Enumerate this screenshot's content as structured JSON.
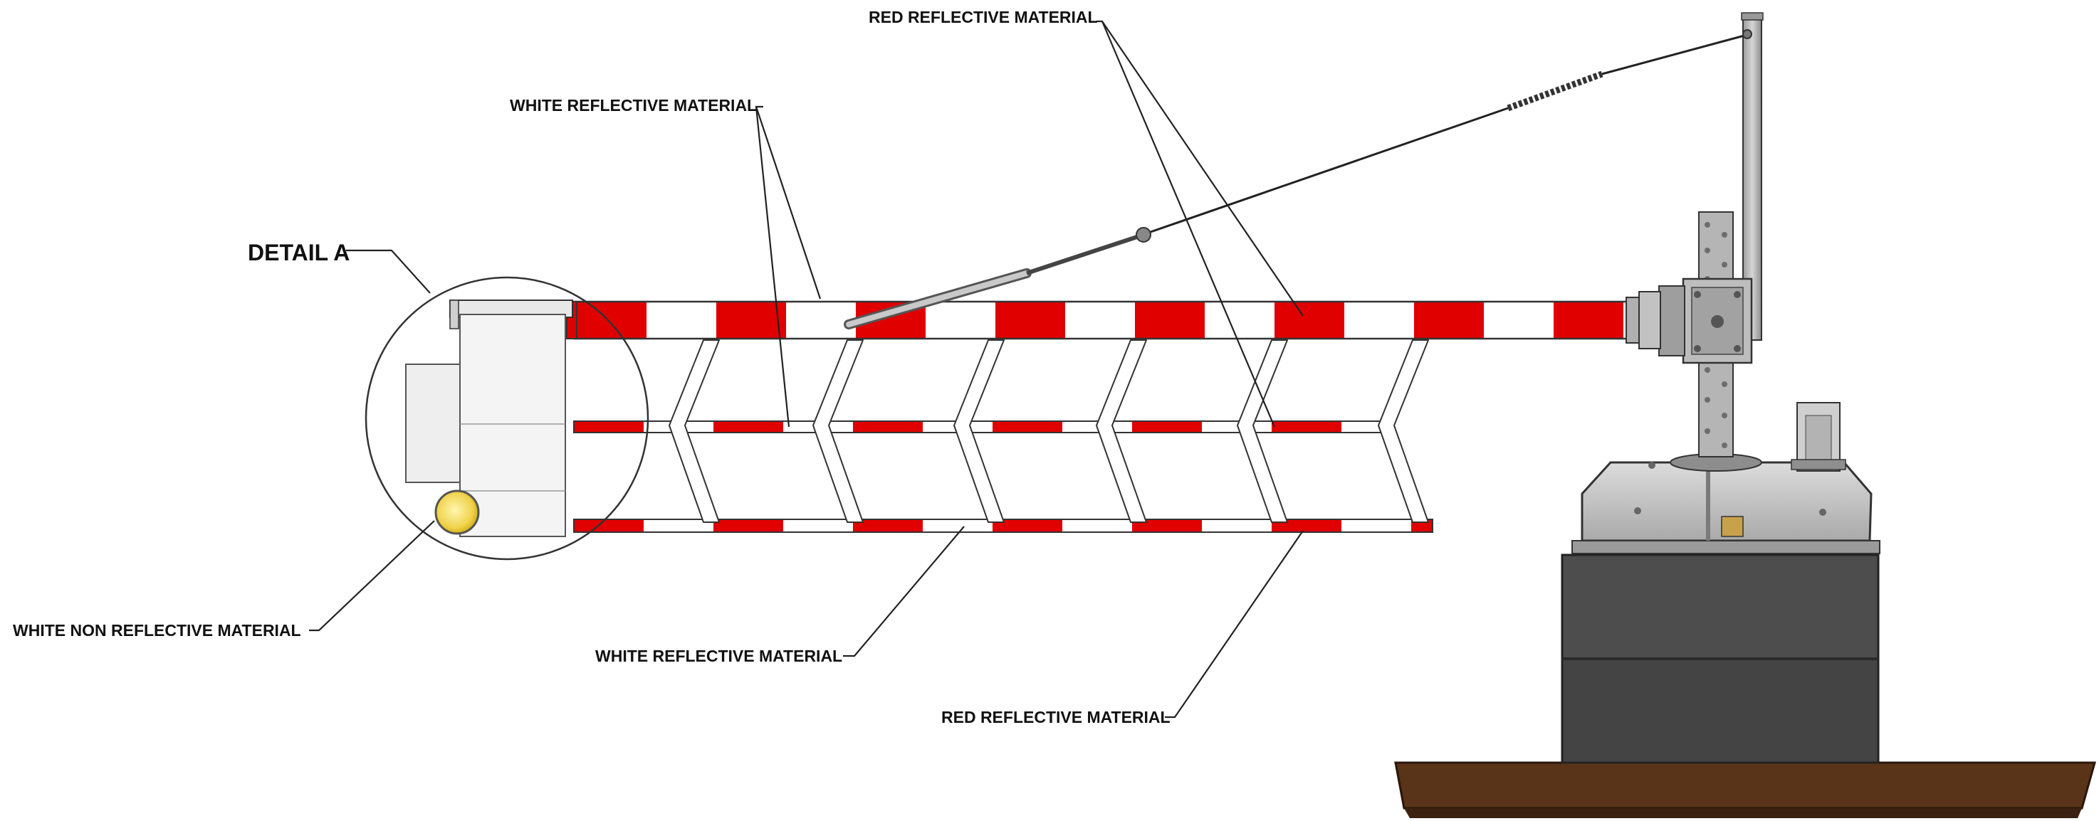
{
  "labels": {
    "detail": "DETAIL A",
    "white_reflective_top": "WHITE REFLECTIVE MATERIAL",
    "red_reflective_top": "RED REFLECTIVE MATERIAL",
    "white_non_reflective": "WHITE NON REFLECTIVE MATERIAL",
    "white_reflective_bottom": "WHITE REFLECTIVE MATERIAL",
    "red_reflective_bottom": "RED REFLECTIVE MATERIAL"
  },
  "colors": {
    "reflective_red": "#e00000",
    "reflective_white": "#ffffff",
    "outline": "#333333",
    "steel": "#b8b8b8",
    "steel_dark": "#8a8a8a",
    "plinth": "#4a4a4a",
    "ground": "#5a3418",
    "leader": "#222222"
  }
}
